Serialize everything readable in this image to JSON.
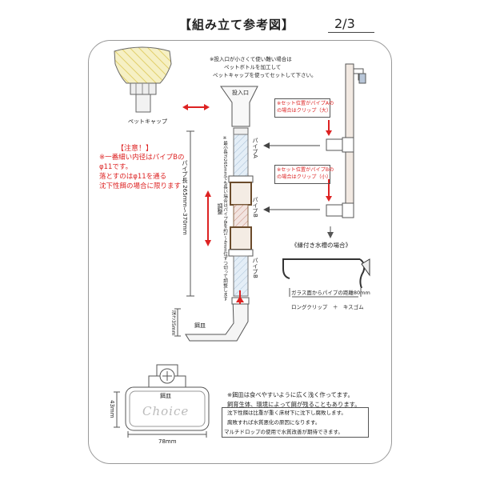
{
  "header": {
    "title": "【組み立て参考図】",
    "page": "2/3"
  },
  "bottle_note": [
    "※投入口が小さくて使い難い場合は",
    "ペットボトルを加工して",
    "ペットキャップを使ってセットして下さい。"
  ],
  "labels": {
    "pet_cap": "ペットキャップ",
    "inlet": "投入口",
    "pipe_a": "パイプA",
    "pipe_b1": "パイプB",
    "pipe_b2": "パイプB",
    "pipe_length": "パイプ長 265mm〜370mm",
    "pipe_cut_note": "※最小長さ265mmでも長い場合はパイプBを約1〜4mm位ずつ切って調整します",
    "adjust": "調整",
    "dish": "餌皿",
    "depth_35": "深さ35mm",
    "dish_logo_label": "餌皿",
    "width_78": "78mm",
    "height_43": "43mm",
    "logo": "Choice"
  },
  "warning": {
    "title": "【注意！】",
    "lines": [
      "※一番細い内径はパイプBの",
      "φ11です。",
      "落とすのはφ11を通る",
      "沈下性餌の場合に限ります"
    ]
  },
  "clips": {
    "large": [
      "※セット位置がパイプAの",
      "の場合はクリップ（大）"
    ],
    "small": [
      "※セット位置がパイプBの",
      "の場合はクリップ（小）"
    ]
  },
  "aquarium": {
    "title": "《縁付き水槽の場合》",
    "distance": "ガラス面からパイプの距離80mm",
    "parts": "ロングクリップ　＋　キスゴム"
  },
  "notes": {
    "lines": [
      "※餌皿は食べやすいように広く浅く作ってます。",
      "飼育生体、環境によって餌が残ることもあります。"
    ],
    "box": [
      "沈下性餌は比重が重く床材下に沈下し腐敗します。",
      "腐敗すれば水質悪化の原因になります。",
      "マルチドロップの使用で水質改善が期待できます。"
    ]
  },
  "colors": {
    "red": "#dd2222",
    "yellow": "#f3ecb0",
    "pipe_blue": "#dce8f2",
    "pipe_brown": "#8a6848"
  }
}
